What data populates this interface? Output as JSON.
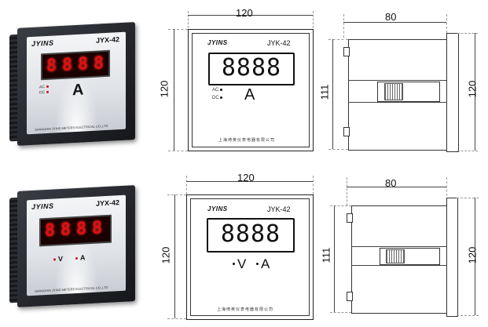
{
  "photo_top": {
    "brand": "JYINS",
    "model": "JYX-42",
    "digits": "8888",
    "unit": "A",
    "ac_label": "AC",
    "dc_label": "DC",
    "maker": "SHANGHAI JYINS METERS ELECTRICAL CO.,LTD"
  },
  "photo_bottom": {
    "brand": "JYINS",
    "model": "JYX-42",
    "digits": "8888",
    "unit_v": "V",
    "unit_a": "A",
    "maker": "SHANGHAI JYINS METERS ELECTRICAL CO.,LTD"
  },
  "front_top": {
    "brand": "JYINS",
    "model": "JYK-42",
    "digits": "8888",
    "unit": "A",
    "ac_label": "AC",
    "dc_label": "DC",
    "maker_cn": "上海绮英仪表电器有限公司",
    "dim_width": "120",
    "dim_height": "120"
  },
  "front_bottom": {
    "brand": "JYINS",
    "model": "JYK-42",
    "digits": "8888",
    "unit_v": "V",
    "unit_a": "A",
    "maker_cn": "上海绮英仪表电器有限公司",
    "dim_width": "120",
    "dim_height": "120"
  },
  "side_top": {
    "dim_depth": "80",
    "dim_body": "111",
    "dim_flange": "120"
  },
  "side_bottom": {
    "dim_depth": "80",
    "dim_body": "111",
    "dim_flange": "120"
  }
}
